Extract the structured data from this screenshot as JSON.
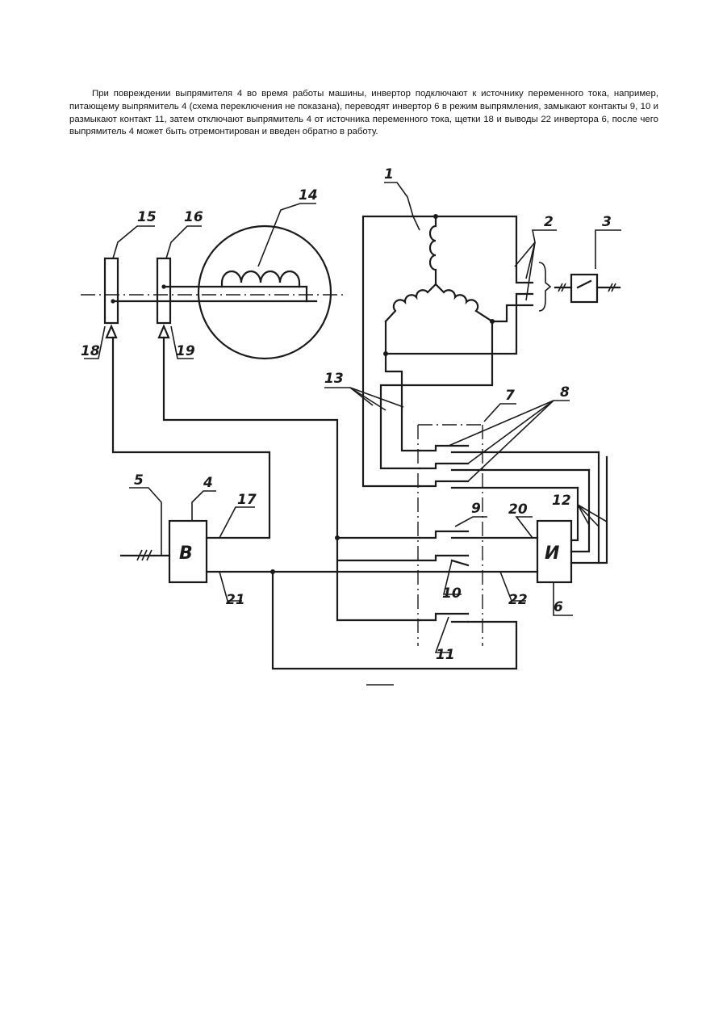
{
  "paragraph": "При повреждении выпрямителя 4 во время работы машины, инвертор подключают к источнику переменного тока, например, питающему выпрямитель 4 (схема переключения не показана), переводят инвертор 6 в режим выпрямления, замыкают контакты 9, 10 и размыкают контакт 11, затем отключают выпрямитель 4 от источника переменного тока, щетки 18 и выводы 22 инвертора 6, после чего выпрямитель 4 может быть отремонтирован и введен обратно в работу.",
  "diagram": {
    "rectifier_block": "B",
    "inverter_block": "И",
    "labels": {
      "l1": "1",
      "l2": "2",
      "l3": "3",
      "l4": "4",
      "l5": "5",
      "l6": "6",
      "l7": "7",
      "l8": "8",
      "l9": "9",
      "l10": "10",
      "l11": "11",
      "l12": "12",
      "l13": "13",
      "l14": "14",
      "l15": "15",
      "l16": "16",
      "l17": "17",
      "l18": "18",
      "l19": "19",
      "l20": "20",
      "l21": "21",
      "l22": "22"
    }
  }
}
